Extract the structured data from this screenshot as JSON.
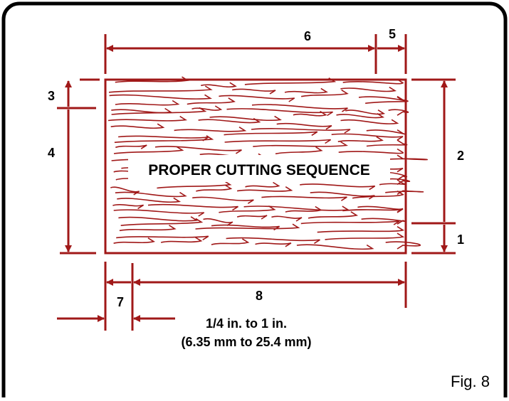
{
  "diagram": {
    "title": "PROPER CUTTING SEQUENCE",
    "figure_label": "Fig. 8",
    "dimension_labels": {
      "d1": "1",
      "d2": "2",
      "d3": "3",
      "d4": "4",
      "d5": "5",
      "d6": "6",
      "d7": "7",
      "d8": "8"
    },
    "gap_range": {
      "line1": "1/4 in. to 1 in.",
      "line2": "(6.35 mm to 25.4 mm)"
    },
    "colors": {
      "line": "#a01818",
      "text": "#000000",
      "border": "#000000",
      "background": "#ffffff"
    }
  }
}
